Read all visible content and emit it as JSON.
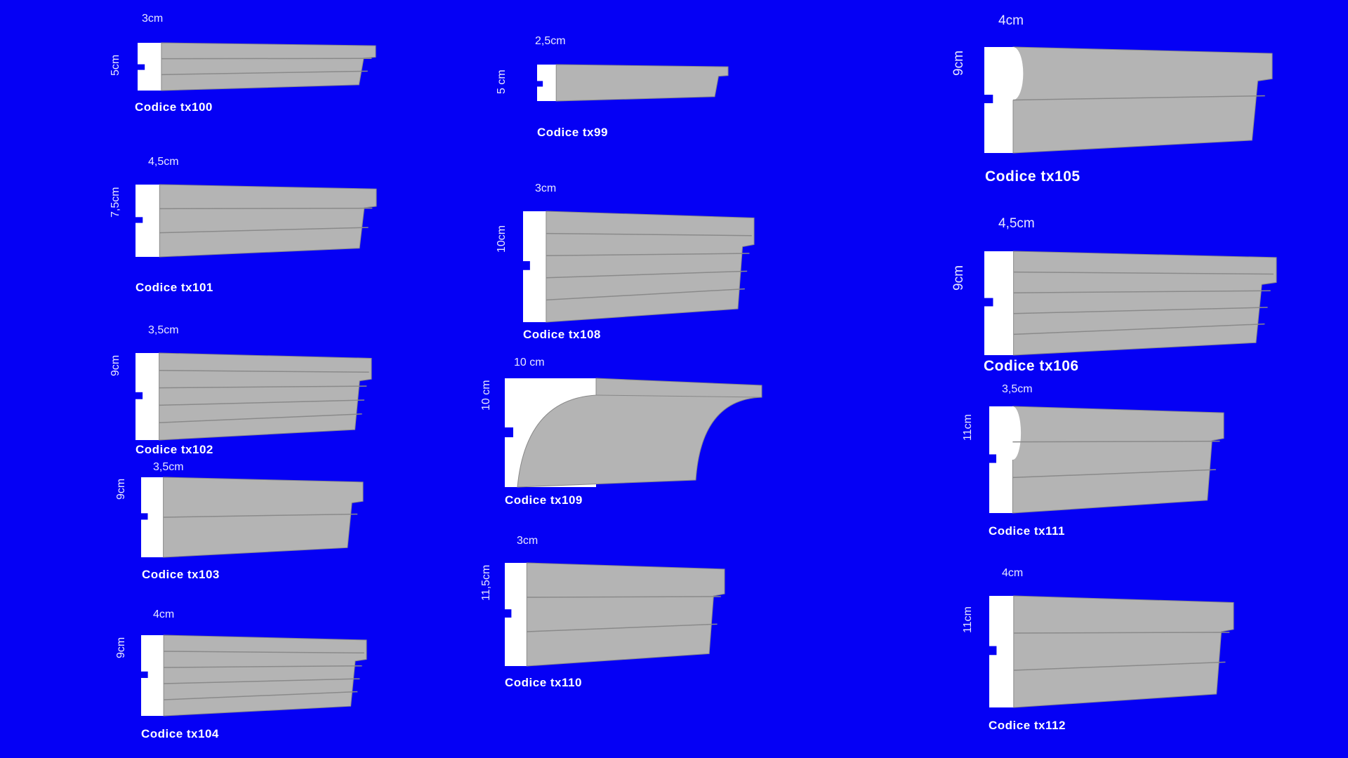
{
  "colors": {
    "background": "#0500f5",
    "profile": "#b4b4b4",
    "face": "#ffffff"
  },
  "items": [
    {
      "code": "Codice tx100",
      "width": "3cm",
      "height": "5cm"
    },
    {
      "code": "Codice tx101",
      "width": "4,5cm",
      "height": "7,5cm"
    },
    {
      "code": "Codice tx102",
      "width": "3,5cm",
      "height": "9cm"
    },
    {
      "code": "Codice tx103",
      "width": "3,5cm",
      "height": "9cm"
    },
    {
      "code": "Codice tx104",
      "width": "4cm",
      "height": "9cm"
    },
    {
      "code": "Codice tx99",
      "width": "2,5cm",
      "height": "5 cm"
    },
    {
      "code": "Codice tx108",
      "width": "3cm",
      "height": "10cm"
    },
    {
      "code": "Codice tx109",
      "width": "10 cm",
      "height": "10 cm"
    },
    {
      "code": "Codice tx110",
      "width": "3cm",
      "height": "11,5cm"
    },
    {
      "code": "Codice tx105",
      "width": "4cm",
      "height": "9cm"
    },
    {
      "code": "Codice tx106",
      "width": "4,5cm",
      "height": "9cm"
    },
    {
      "code": "Codice tx111",
      "width": "3,5cm",
      "height": "11cm"
    },
    {
      "code": "Codice tx112",
      "width": "4cm",
      "height": "11cm"
    }
  ]
}
